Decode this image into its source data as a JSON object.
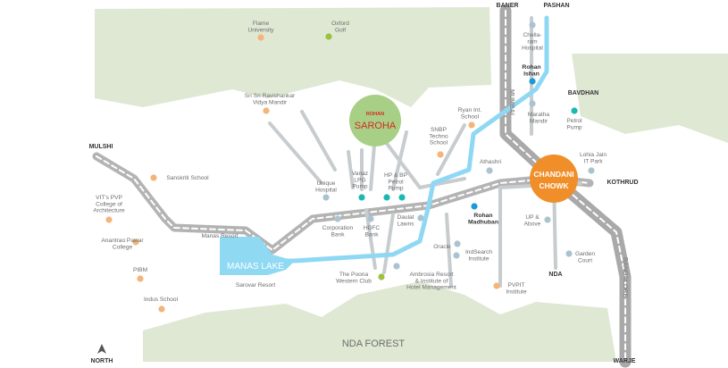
{
  "map": {
    "places": {
      "flame": [
        "Flame",
        "University"
      ],
      "oxford": [
        "Oxford",
        "Golf"
      ],
      "srisri": [
        "Sri Sri Ravishankar",
        "Vidya Mandir"
      ],
      "ryan": [
        "Ryan Int.",
        "School"
      ],
      "snbp": [
        "SNBP",
        "Techno",
        "School"
      ],
      "chellaram": [
        "Chella-",
        "ram",
        "Hospital"
      ],
      "maratha": [
        "Maratha",
        "Mandir"
      ],
      "petrol": [
        "Petrol",
        "Pump"
      ],
      "lohia": [
        "Lohia Jain",
        "IT Park"
      ],
      "athashri": [
        "Athashri"
      ],
      "sanskriti": [
        "Sanskriti School"
      ],
      "vit": [
        "VIT's PVP",
        "College of",
        "Architecture"
      ],
      "anantrao": [
        "Anantrao Pawar",
        "College"
      ],
      "pibm": [
        "PIBM"
      ],
      "indus": [
        "Indus School"
      ],
      "unique": [
        "Unique",
        "Hospital"
      ],
      "vanaz": [
        "Vanaz",
        "LPG",
        "Pump"
      ],
      "hpbp": [
        "HP & BP",
        "Petrol",
        "Pump"
      ],
      "corporation": [
        "Corporation",
        "Bank"
      ],
      "hdfc": [
        "HDFC",
        "Bank"
      ],
      "daulat": [
        "Daulat",
        "Lawns"
      ],
      "oracle": [
        "Oracle"
      ],
      "indsearch": [
        "IndSearch",
        "Institute"
      ],
      "pvpit": [
        "PVPIT",
        "Institute"
      ],
      "upabove": [
        "UP &",
        "Above"
      ],
      "garden": [
        "Garden",
        "Court"
      ],
      "poona": [
        "The Poona",
        "Western Club"
      ],
      "ambrosia": [
        "Ambrosia Resort",
        "& Institute of",
        "Hotel Management"
      ],
      "sarovar": [
        "Sarovar Resort"
      ],
      "manas_resort": [
        "Manas Resort"
      ]
    },
    "rohan": {
      "ishan": [
        "Rohan",
        "Ishan"
      ],
      "madhuban": [
        "Rohan",
        "Madhuban"
      ]
    },
    "areas": {
      "baner": "BANER",
      "pashan": "PASHAN",
      "bavdhan": "BAVDHAN",
      "mulshi": "MULSHI",
      "kothrud": "KOTHRUD",
      "nda": "NDA",
      "warje": "WARJE",
      "north": "NORTH"
    },
    "roads": {
      "mumbai": "MUMBAI",
      "bangalore": "BANGALORE"
    },
    "badges": {
      "saroha_brand": "ROHAN",
      "saroha_name": "SAROHA",
      "chowk_line1": "CHANDANI",
      "chowk_line2": "CHOWK"
    },
    "features": {
      "lake": "MANAS LAKE",
      "forest": "NDA FOREST"
    },
    "colors": {
      "hills": "#dfe8d3",
      "background": "#ffffff",
      "highway": "#b3b3b3",
      "arterial": "#c7cccf",
      "blue_route": "#8fd8f4",
      "lake": "#8fd9f3",
      "poi_orange": "#f4b47a",
      "poi_green": "#9cc13c",
      "poi_grey": "#a9c4d0",
      "poi_teal": "#1ab9b3",
      "rohan_blue": "#1a9ad6",
      "saroha_circle": "#a8cf86",
      "saroha_text": "#d42a1e",
      "chowk_circle": "#f08f2a",
      "label_grey": "#6d6d6d"
    }
  }
}
